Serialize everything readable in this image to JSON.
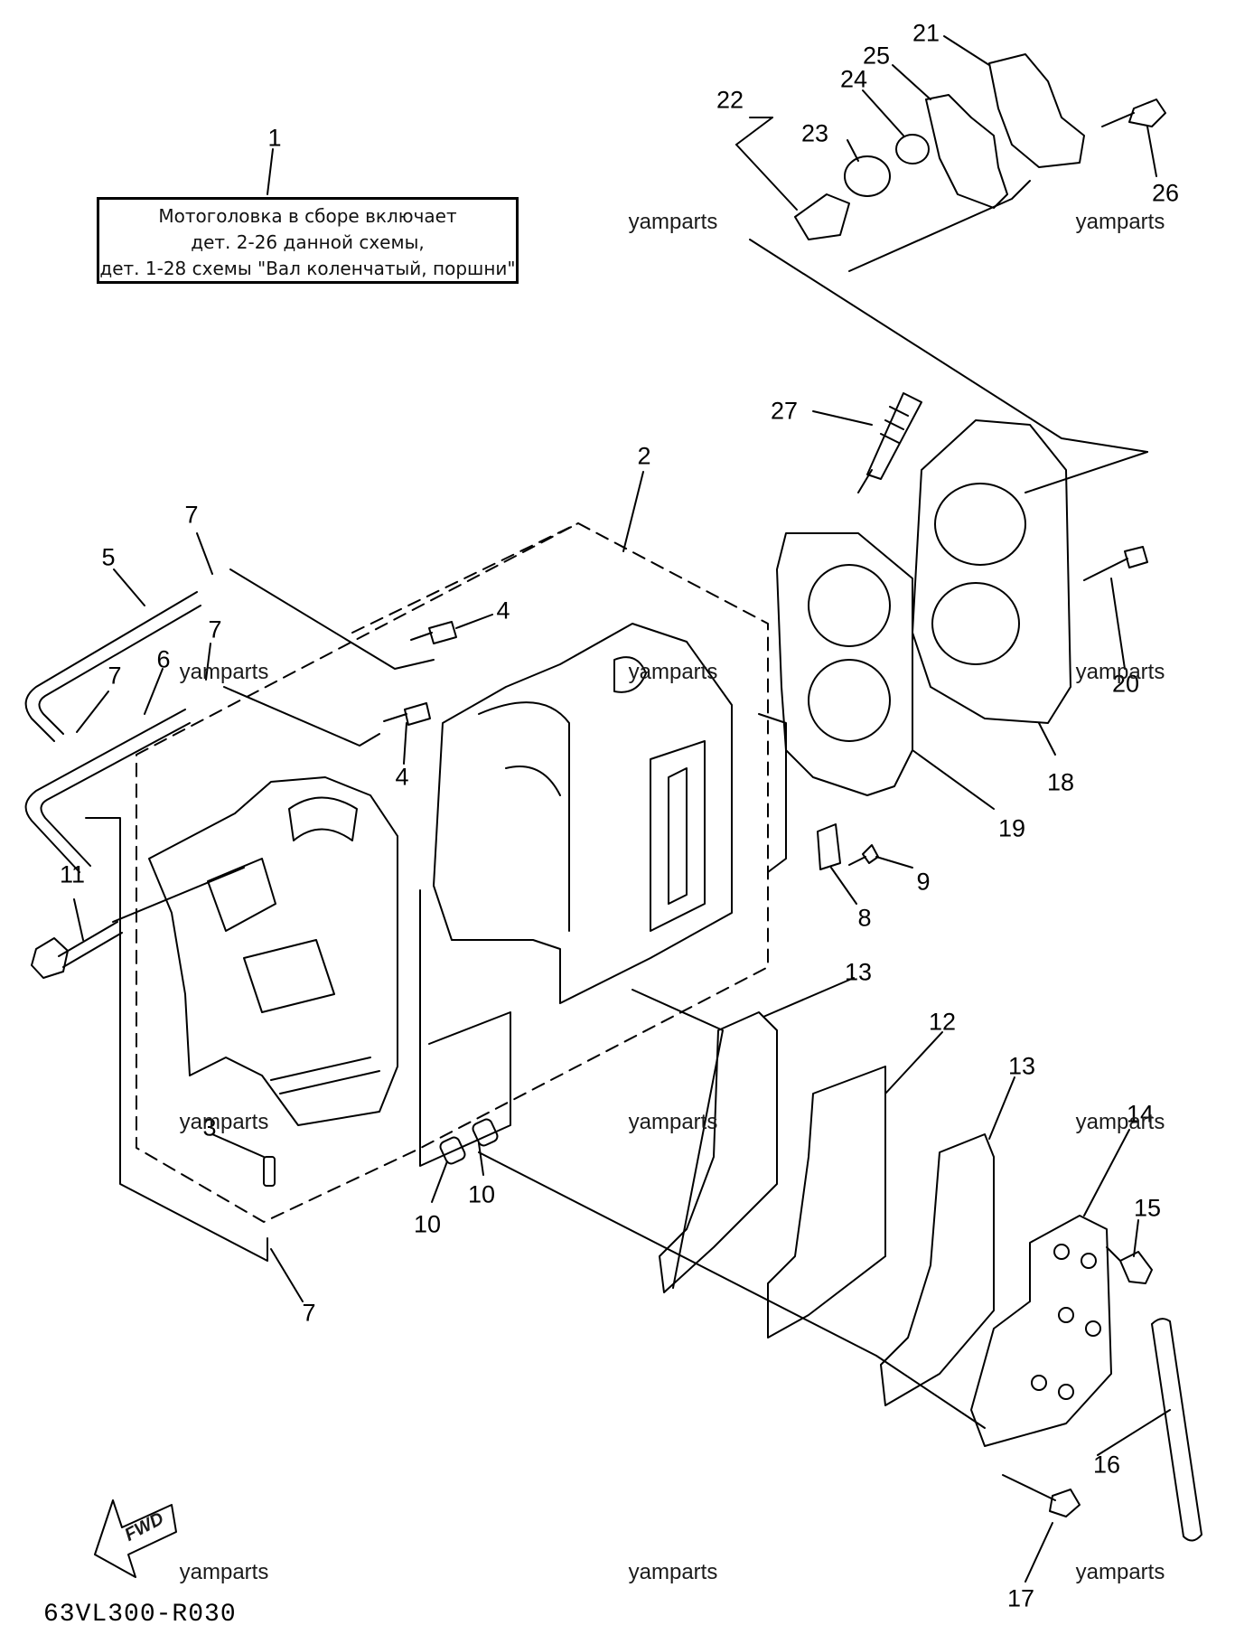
{
  "note": {
    "lines": [
      "Мотоголовка в сборе включает",
      "дет. 2-26 данной схемы,",
      "дет. 1-28 схемы \"Вал коленчатый, поршни\""
    ]
  },
  "callouts": [
    "1",
    "2",
    "3",
    "4",
    "4",
    "5",
    "6",
    "7",
    "7",
    "7",
    "7",
    "8",
    "9",
    "10",
    "10",
    "11",
    "12",
    "13",
    "13",
    "14",
    "15",
    "16",
    "17",
    "18",
    "19",
    "20",
    "21",
    "22",
    "23",
    "24",
    "25",
    "26",
    "27"
  ],
  "watermark": "yamparts",
  "fwd_label": "FWD",
  "diagram_code": "63VL300-R030",
  "colors": {
    "ink": "#000000",
    "paper": "#ffffff"
  }
}
